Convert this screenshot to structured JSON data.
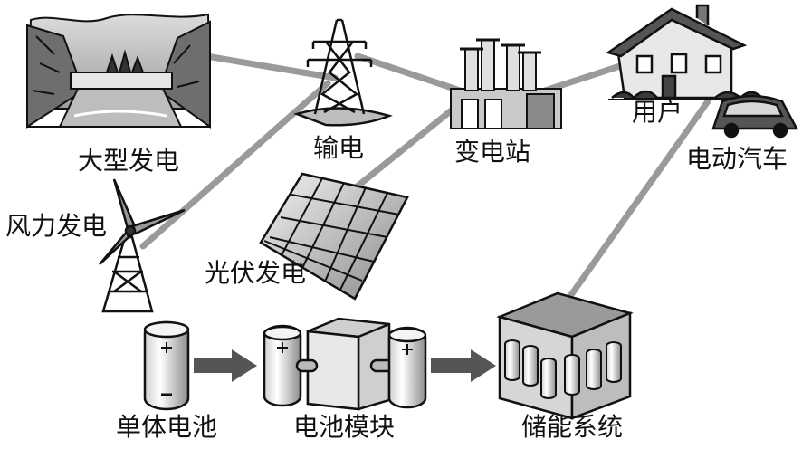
{
  "labels": {
    "large_generation": "大型发电",
    "transmission": "输电",
    "substation": "变电站",
    "user": "用户",
    "electric_vehicle": "电动汽车",
    "wind_generation": "风力发电",
    "pv_generation": "光伏发电",
    "single_cell": "单体电池",
    "battery_module": "电池模块",
    "storage_system": "储能系统"
  },
  "colors": {
    "power_line": "#9a9a9a",
    "arrow": "#555555"
  },
  "icons": [
    "hydro-dam-icon",
    "transmission-tower-icon",
    "substation-icon",
    "house-icon",
    "car-icon",
    "wind-turbine-icon",
    "solar-panel-icon",
    "battery-cell-icon",
    "battery-module-icon",
    "storage-cabinet-icon"
  ]
}
